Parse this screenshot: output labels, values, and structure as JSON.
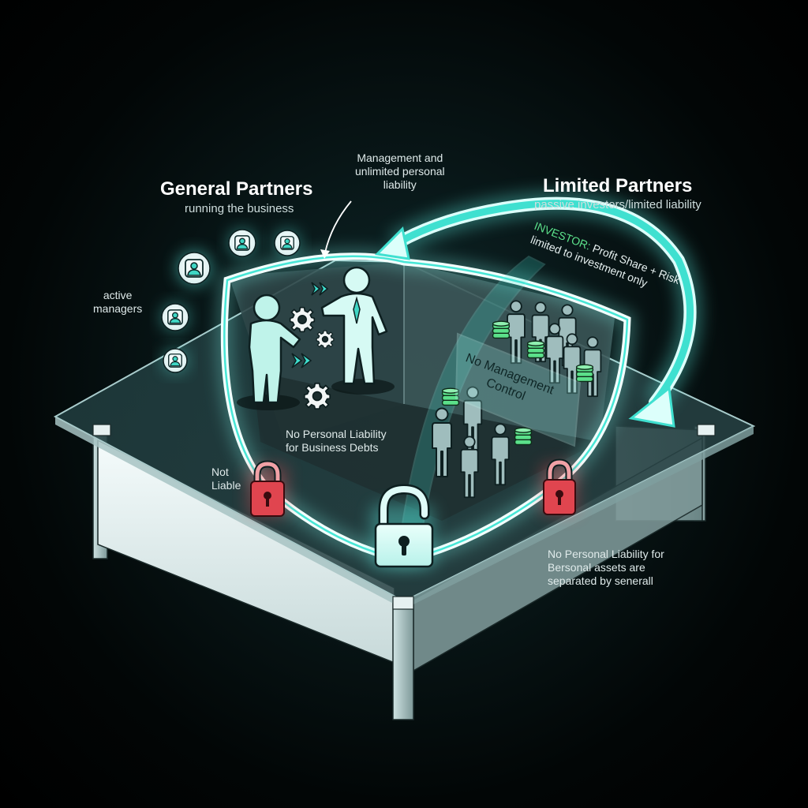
{
  "general_partners": {
    "title": "General Partners",
    "subtitle": "running the business",
    "side_label": "active\nmanagers"
  },
  "limited_partners": {
    "title": "Limited Partners",
    "subtitle": "passive investors/limited liability",
    "investor_prefix": "INVESTOR:",
    "investor_line1": " Profit Share + Risk",
    "investor_line2": "limited to investment only"
  },
  "annotations": {
    "management_note": "Management and\nunlimited personal\nliability",
    "no_liability_business": "No Personal Liability\nfor Business Debts",
    "not_liable": "Not\nLiable",
    "no_management_control": "No Management\nControl",
    "no_liability_personal": "No Personal Liability for\nBersonal assets are\nseparated by senerall"
  },
  "colors": {
    "accent": "#3fe0d0",
    "glow": "#5ff5e8",
    "investor_green": "#5be08a",
    "lock_red": "#e0454f",
    "background": "#000000"
  },
  "icons": [
    "person-icon",
    "gear-icon",
    "chevron-double-right-icon",
    "coin-stack-icon",
    "padlock-open-icon",
    "padlock-closed-icon",
    "curved-arrow-icon"
  ]
}
